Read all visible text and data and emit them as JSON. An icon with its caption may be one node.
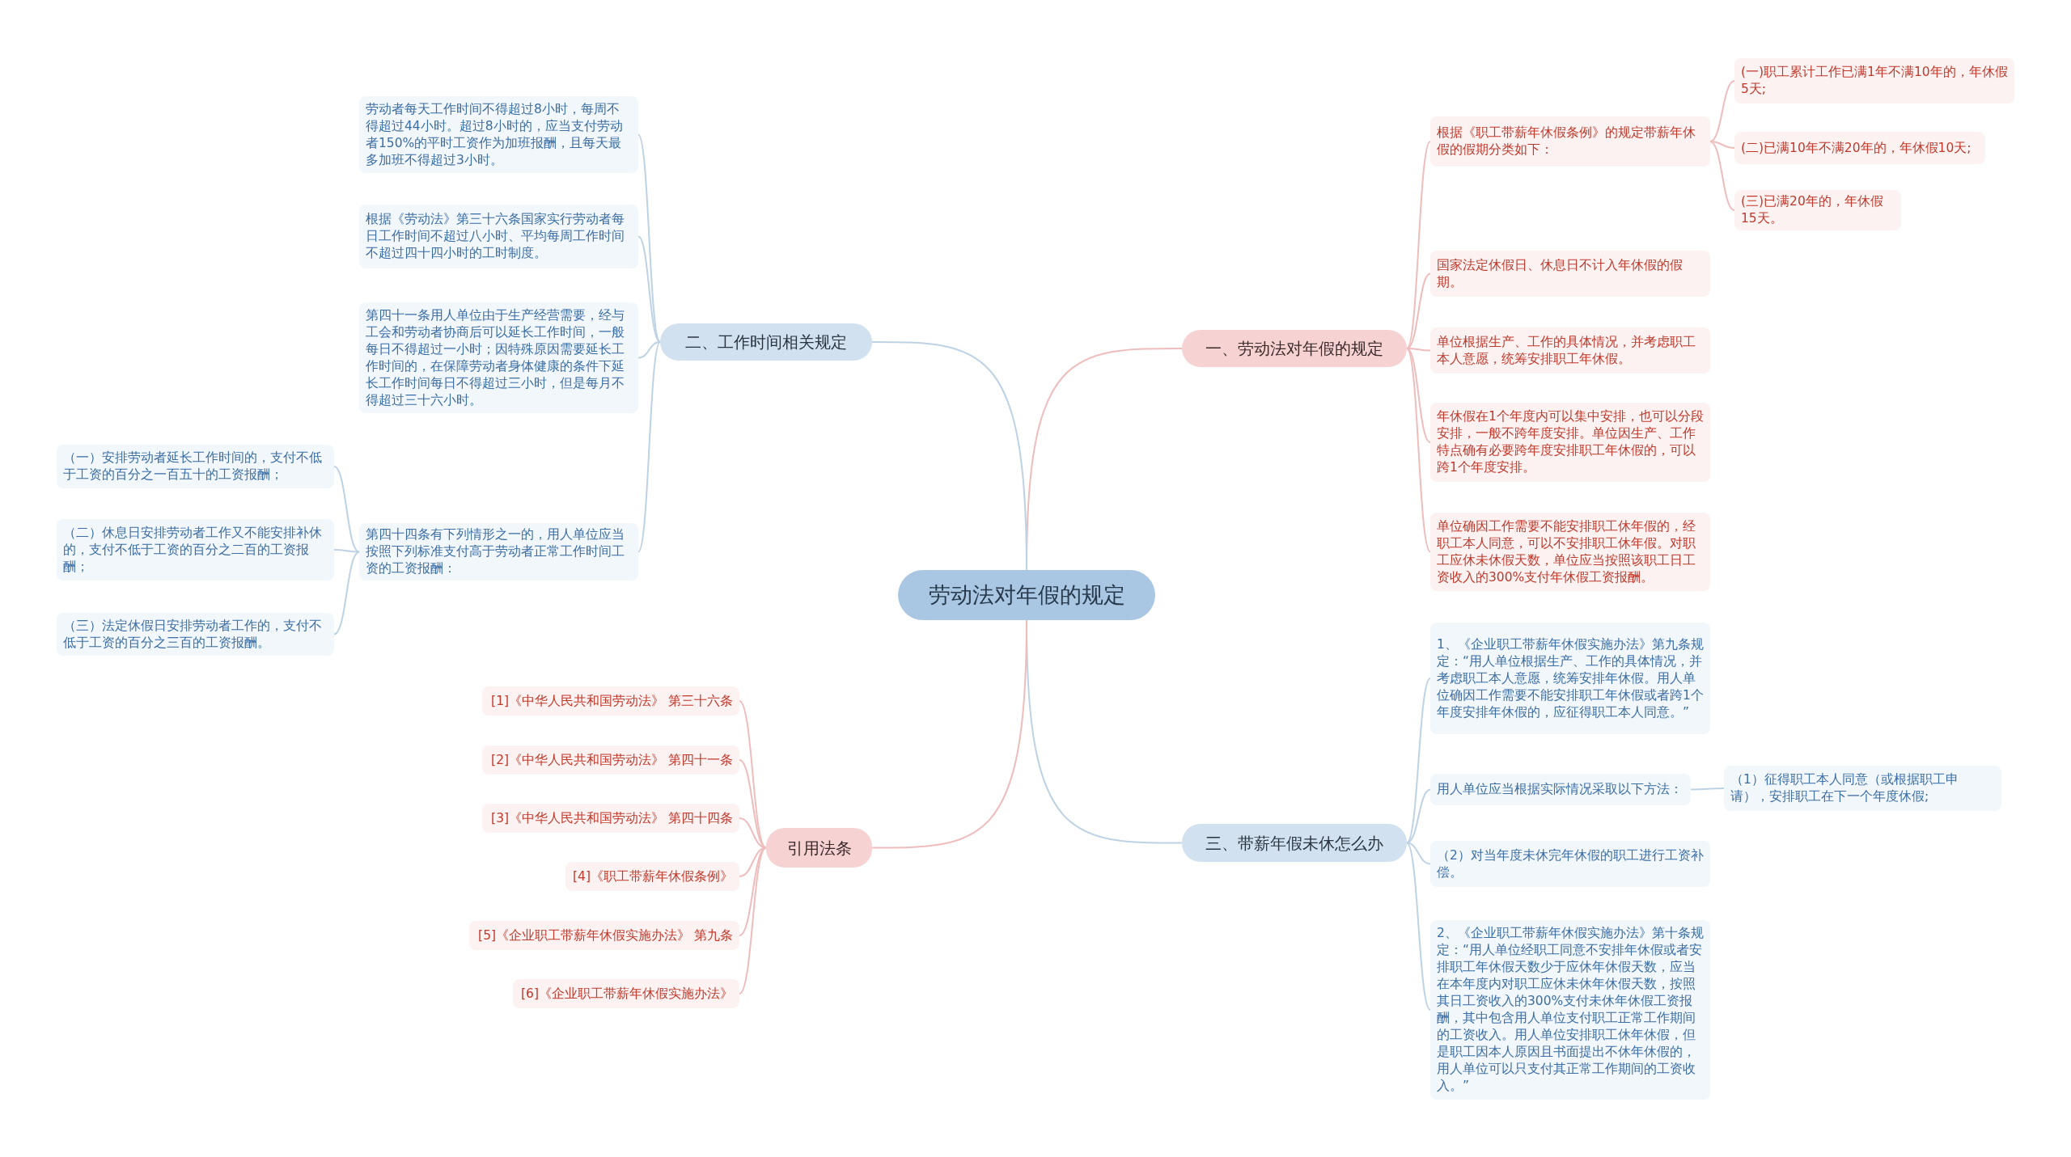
{
  "diagram": {
    "nodes": [
      {
        "text": [
          "劳动法对年假的规定"
        ]
      },
      {
        "text": [
          "一、劳动法对年假的规定"
        ]
      },
      {
        "text": [
          "根据《职工带薪年休假条例》的规定带薪年休假的假期分类如下："
        ]
      },
      {
        "text": [
          "(一)职工累计工作已满1年不满10年的，年休假5天;"
        ]
      },
      {
        "text": [
          "(二)已满10年不满20年的，年休假10天;"
        ]
      },
      {
        "text": [
          "(三)已满20年的，年休假15天。"
        ]
      },
      {
        "text": [
          "国家法定休假日、休息日不计入年休假的假期。"
        ]
      },
      {
        "text": [
          "单位根据生产、工作的具体情况，并考虑职工本人意愿，统筹安排职工年休假。"
        ]
      },
      {
        "text": [
          "年休假在1个年度内可以集中安排，也可以分段安排，一般不跨年度安排。单位因生产、工作特点确有必要跨年度安排职工年休假的，可以跨1个年度安排。"
        ]
      },
      {
        "text": [
          "单位确因工作需要不能安排职工休年假的，经职工本人同意，可以不安排职工休年假。对职工应休未休假天数，单位应当按照该职工日工资收入的300%支付年休假工资报酬。"
        ]
      },
      {
        "text": [
          "三、带薪年假未休怎么办"
        ]
      },
      {
        "text": [
          "1、《企业职工带薪年休假实施办法》第九条规定：“用人单位根据生产、工作的具体情况，并考虑职工本人意愿，统筹安排年休假。用人单位确因工作需要不能安排职工年休假或者跨1个年度安排年休假的，应征得职工本人同意。”"
        ]
      },
      {
        "text": [
          "用人单位应当根据实际情况采取以下方法："
        ]
      },
      {
        "text": [
          "（1）征得职工本人同意（或根据职工申请），安排职工在下一个年度休假;"
        ]
      },
      {
        "text": [
          "（2）对当年度未休完年休假的职工进行工资补偿。"
        ]
      },
      {
        "text": [
          "2、《企业职工带薪年休假实施办法》第十条规定：“用人单位经职工同意不安排年休假或者安排职工年休假天数少于应休年休假天数，应当在本年度内对职工应休未休年休假天数，按照其日工资收入的300%支付未休年休假工资报酬，其中包含用人单位支付职工正常工作期间的工资收入。用人单位安排职工休年休假，但是职工因本人原因且书面提出不休年休假的，用人单位可以只支付其正常工作期间的工资收入。”"
        ]
      },
      {
        "text": [
          "二、工作时间相关规定"
        ]
      },
      {
        "text": [
          "劳动者每天工作时间不得超过8小时，每周不得超过44小时。超过8小时的，应当支付劳动者150%的平时工资作为加班报酬，且每天最多加班不得超过3小时。"
        ]
      },
      {
        "text": [
          "根据《劳动法》第三十六条国家实行劳动者每日工作时间不超过八小时、平均每周工作时间不超过四十四小时的工时制度。"
        ]
      },
      {
        "text": [
          "第四十一条用人单位由于生产经营需要，经与工会和劳动者协商后可以延长工作时间，一般每日不得超过一小时；因特殊原因需要延长工作时间的，在保障劳动者身体健康的条件下延长工作时间每日不得超过三小时，但是每月不得超过三十六小时。"
        ]
      },
      {
        "text": [
          "第四十四条有下列情形之一的，用人单位应当按照下列标准支付高于劳动者正常工作时间工资的工资报酬："
        ]
      },
      {
        "text": [
          "（一）安排劳动者延长工作时间的，支付不低于工资的百分之一百五十的工资报酬；"
        ]
      },
      {
        "text": [
          "（二）休息日安排劳动者工作又不能安排补休的，支付不低于工资的百分之二百的工资报酬；"
        ]
      },
      {
        "text": [
          "（三）法定休假日安排劳动者工作的，支付不低于工资的百分之三百的工资报酬。"
        ]
      },
      {
        "text": [
          "引用法条"
        ]
      },
      {
        "text": [
          "[1]《中华人民共和国劳动法》 第三十六条"
        ]
      },
      {
        "text": [
          "[2]《中华人民共和国劳动法》 第四十一条"
        ]
      },
      {
        "text": [
          "[3]《中华人民共和国劳动法》 第四十四条"
        ]
      },
      {
        "text": [
          "[4]《职工带薪年休假条例》"
        ]
      },
      {
        "text": [
          "[5]《企业职工带薪年休假实施办法》 第九条"
        ]
      },
      {
        "text": [
          "[6]《企业职工带薪年休假实施办法》"
        ]
      }
    ],
    "edges": [
      {
        "from": 0,
        "to": 1,
        "arrow": "none",
        "color": "#efbcbc"
      },
      {
        "from": 1,
        "to": 2,
        "arrow": "none",
        "color": "#efbcbc"
      },
      {
        "from": 2,
        "to": 3,
        "arrow": "none",
        "color": "#efbcbc"
      },
      {
        "from": 2,
        "to": 4,
        "arrow": "none",
        "color": "#efbcbc"
      },
      {
        "from": 2,
        "to": 5,
        "arrow": "none",
        "color": "#efbcbc"
      },
      {
        "from": 1,
        "to": 6,
        "arrow": "none",
        "color": "#efbcbc"
      },
      {
        "from": 1,
        "to": 7,
        "arrow": "none",
        "color": "#efbcbc"
      },
      {
        "from": 1,
        "to": 8,
        "arrow": "none",
        "color": "#efbcbc"
      },
      {
        "from": 1,
        "to": 9,
        "arrow": "none",
        "color": "#efbcbc"
      },
      {
        "from": 0,
        "to": 10,
        "arrow": "none",
        "color": "#bed2e5"
      },
      {
        "from": 10,
        "to": 11,
        "arrow": "none",
        "color": "#bed2e5"
      },
      {
        "from": 10,
        "to": 12,
        "arrow": "none",
        "color": "#bed2e5"
      },
      {
        "from": 12,
        "to": 13,
        "arrow": "none",
        "color": "#bed2e5"
      },
      {
        "from": 10,
        "to": 14,
        "arrow": "none",
        "color": "#bed2e5"
      },
      {
        "from": 10,
        "to": 15,
        "arrow": "none",
        "color": "#bed2e5"
      },
      {
        "from": 0,
        "to": 16,
        "arrow": "none",
        "color": "#bed2e5"
      },
      {
        "from": 16,
        "to": 17,
        "arrow": "none",
        "color": "#bed2e5"
      },
      {
        "from": 16,
        "to": 18,
        "arrow": "none",
        "color": "#bed2e5"
      },
      {
        "from": 16,
        "to": 19,
        "arrow": "none",
        "color": "#bed2e5"
      },
      {
        "from": 16,
        "to": 20,
        "arrow": "none",
        "color": "#bed2e5"
      },
      {
        "from": 20,
        "to": 21,
        "arrow": "none",
        "color": "#bed2e5"
      },
      {
        "from": 20,
        "to": 22,
        "arrow": "none",
        "color": "#bed2e5"
      },
      {
        "from": 20,
        "to": 23,
        "arrow": "none",
        "color": "#bed2e5"
      },
      {
        "from": 0,
        "to": 24,
        "arrow": "none",
        "color": "#efbcbc"
      },
      {
        "from": 24,
        "to": 25,
        "arrow": "none",
        "color": "#efbcbc"
      },
      {
        "from": 24,
        "to": 26,
        "arrow": "none",
        "color": "#efbcbc"
      },
      {
        "from": 24,
        "to": 27,
        "arrow": "none",
        "color": "#efbcbc"
      },
      {
        "from": 24,
        "to": 28,
        "arrow": "none",
        "color": "#efbcbc"
      },
      {
        "from": 24,
        "to": 29,
        "arrow": "none",
        "color": "#efbcbc"
      },
      {
        "from": 24,
        "to": 30,
        "arrow": "none",
        "color": "#efbcbc"
      }
    ]
  }
}
